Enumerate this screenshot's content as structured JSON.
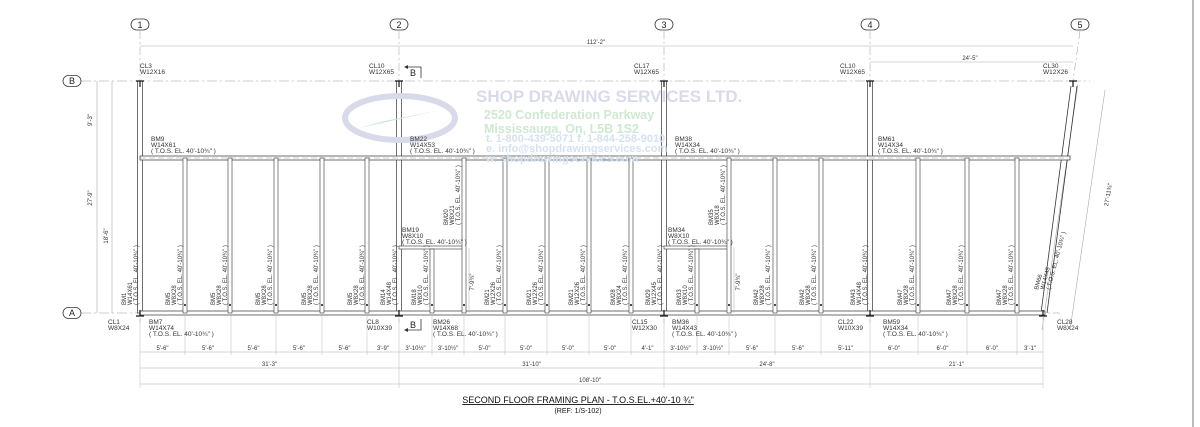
{
  "grid": {
    "columns": [
      "1",
      "2",
      "3",
      "4",
      "5"
    ],
    "rows": [
      "B",
      "A"
    ]
  },
  "section_marker": "B",
  "watermark": {
    "company": "SHOP DRAWING SERVICES LTD.",
    "address1": "2520 Confederation Parkway",
    "address2": "Mississauga, On, L5B 1S2",
    "phone": "t. 1-800-439-5071  f. 1-844-258-9010",
    "email": "e. info@shopdrawingservices.com",
    "web": "w. shopdrawingservices.com"
  },
  "dimensions": {
    "overall_top": "112'-2\"",
    "bay4_top": "24'-5\"",
    "left": [
      "9'-3\"",
      "18'-6\"",
      "27'-9\""
    ],
    "slanted": "27'-11⅜\"",
    "inner_bay2": "7'-9¾\"",
    "inner_bay3": "7'-9¾\"",
    "spacings": [
      "5'-6\"",
      "5'-6\"",
      "5'-6\"",
      "5'-6\"",
      "5'-6\"",
      "3'-9\"",
      "3'-10½\"",
      "3'-10½\"",
      "5'-0\"",
      "5'-0\"",
      "5'-0\"",
      "5'-0\"",
      "4'-1\"",
      "3'-10½\"",
      "3'-10½\"",
      "5'-6\"",
      "5'-6\"",
      "5'-11\"",
      "6'-0\"",
      "6'-0\"",
      "6'-0\"",
      "3'-1\""
    ],
    "bay_totals": [
      "31'-3\"",
      "31'-10\"",
      "24'-8\"",
      "21'-1\""
    ],
    "overall_bottom": "108'-10\""
  },
  "elevation_note": "( T.O.S. EL. 40'-10¾\" )",
  "columns_top": [
    {
      "mark": "CL3",
      "size": "W12X16"
    },
    {
      "mark": "CL10",
      "size": "W12X65"
    },
    {
      "mark": "CL17",
      "size": "W12X65"
    },
    {
      "mark": "CL10",
      "size": "W12X65"
    },
    {
      "mark": "CL30",
      "size": "W12X26"
    }
  ],
  "columns_bottom": [
    {
      "mark": "CL1",
      "size": "W8X24"
    },
    {
      "mark": "CL8",
      "size": "W10X39"
    },
    {
      "mark": "CL15",
      "size": "W12X30"
    },
    {
      "mark": "CL22",
      "size": "W10X39"
    },
    {
      "mark": "CL28",
      "size": "W8X24"
    }
  ],
  "beams_mid": [
    {
      "mark": "BM9",
      "size": "W14X61"
    },
    {
      "mark": "BM22",
      "size": "W14X53"
    },
    {
      "mark": "BM38",
      "size": "W14X34"
    },
    {
      "mark": "BM61",
      "size": "W14X34"
    }
  ],
  "beams_bottom": [
    {
      "mark": "BM7",
      "size": "W14X74"
    },
    {
      "mark": "BM26",
      "size": "W14X68"
    },
    {
      "mark": "BM36",
      "size": "W14X43"
    },
    {
      "mark": "BM59",
      "size": "W14X34"
    }
  ],
  "beams_short": [
    {
      "mark": "BM19",
      "size": "W8X10"
    },
    {
      "mark": "BM34",
      "size": "W8X10"
    }
  ],
  "joists": [
    {
      "mark": "BM1",
      "size": "W14X61"
    },
    {
      "mark": "BM5",
      "size": "W8X28"
    },
    {
      "mark": "BM5",
      "size": "W8X28"
    },
    {
      "mark": "BM5",
      "size": "W8X28"
    },
    {
      "mark": "BM5",
      "size": "W8X28"
    },
    {
      "mark": "BM5",
      "size": "W8X28"
    },
    {
      "mark": "BM14",
      "size": "W14X48"
    },
    {
      "mark": "BM18",
      "size": "W8X10"
    },
    {
      "mark": "BM20",
      "size": "W8X21"
    },
    {
      "mark": "BM21",
      "size": "W12X26"
    },
    {
      "mark": "BM21",
      "size": "W12X26"
    },
    {
      "mark": "BM21",
      "size": "W12X26"
    },
    {
      "mark": "BM28",
      "size": "W8X24"
    },
    {
      "mark": "BM29",
      "size": "W12X45"
    },
    {
      "mark": "BM33",
      "size": "W8X10"
    },
    {
      "mark": "BM35",
      "size": "W8X18"
    },
    {
      "mark": "BM42",
      "size": "W8X28"
    },
    {
      "mark": "BM42",
      "size": "W8X28"
    },
    {
      "mark": "BM43",
      "size": "W14X48"
    },
    {
      "mark": "BM47",
      "size": "W8X28"
    },
    {
      "mark": "BM47",
      "size": "W8X28"
    },
    {
      "mark": "BM47",
      "size": "W8X28"
    },
    {
      "mark": "BM66",
      "size": "W14X48"
    }
  ],
  "title": "SECOND FLOOR FRAMING PLAN - T.O.S.EL.+40'-10 ¾\"",
  "reference": "(REF: 1/S-102)"
}
